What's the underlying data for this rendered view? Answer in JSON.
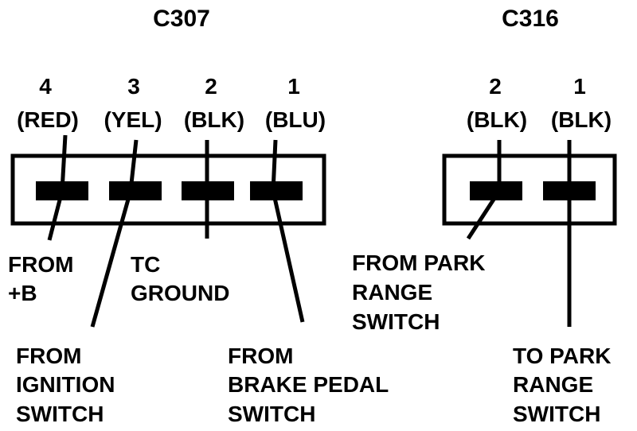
{
  "colors": {
    "ink": "#000000",
    "paper": "#ffffff"
  },
  "connectors": [
    {
      "name": "C307",
      "pins": [
        {
          "number": "4",
          "color": "(RED)"
        },
        {
          "number": "3",
          "color": "(YEL)"
        },
        {
          "number": "2",
          "color": "(BLK)"
        },
        {
          "number": "1",
          "color": "(BLU)"
        }
      ]
    },
    {
      "name": "C316",
      "pins": [
        {
          "number": "2",
          "color": "(BLK)"
        },
        {
          "number": "1",
          "color": "(BLK)"
        }
      ]
    }
  ],
  "notes": {
    "from_b": [
      "FROM",
      "+B"
    ],
    "tc_ground": [
      "TC",
      "GROUND"
    ],
    "from_ignition": [
      "FROM",
      "IGNITION",
      "SWITCH"
    ],
    "from_brake": [
      "FROM",
      "BRAKE PEDAL",
      "SWITCH"
    ],
    "from_park": [
      "FROM PARK",
      "RANGE",
      "SWITCH"
    ],
    "to_park": [
      "TO PARK",
      "RANGE",
      "SWITCH"
    ]
  }
}
